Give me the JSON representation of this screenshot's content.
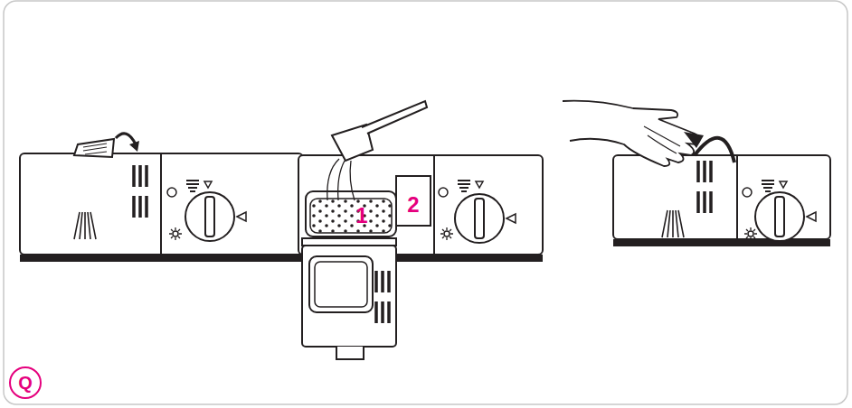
{
  "diagram": {
    "nodes": [
      {
        "text": [
          "1"
        ]
      },
      {
        "text": [
          "2"
        ]
      },
      {
        "text": [
          "Q"
        ]
      }
    ]
  }
}
